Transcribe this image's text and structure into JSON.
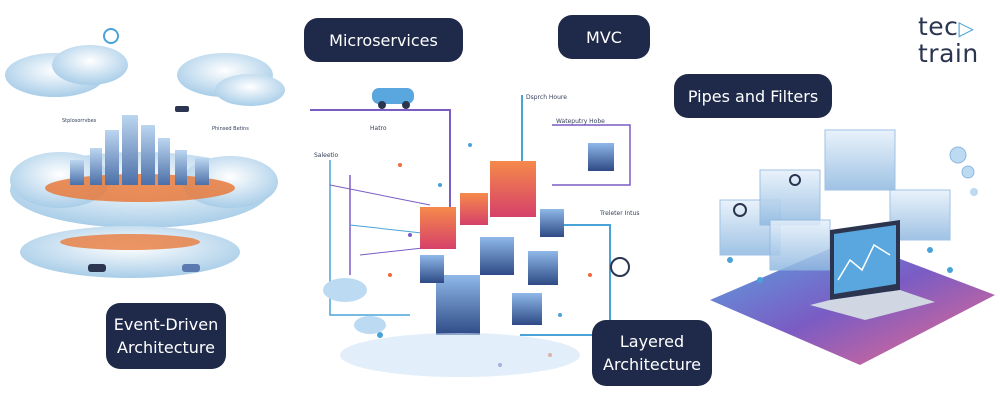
{
  "logo": {
    "line1": "tec",
    "arrow": "▷",
    "line2": "train"
  },
  "labels": {
    "microservices": "Microservices",
    "mvc": "MVC",
    "pipes_filters": "Pipes and Filters",
    "event_driven_line1": "Event-Driven",
    "event_driven_line2": "Architecture",
    "layered_line1": "Layered",
    "layered_line2": "Architecture"
  },
  "scene_text": {
    "left_label_1": "Stplosorrvbes",
    "left_label_2": "Phinsed Betins",
    "mid_label_1": "Dsprch Houre",
    "mid_label_2": "Wateputry Hobe",
    "mid_label_3": "Hatro",
    "mid_label_4": "Saleetio",
    "mid_label_5": "Treleter Intus"
  },
  "colors": {
    "pill_bg": "#1f2a4a",
    "accent_blue": "#4aa3d8",
    "orange": "#f06a3a",
    "purple": "#7a5cc4"
  }
}
